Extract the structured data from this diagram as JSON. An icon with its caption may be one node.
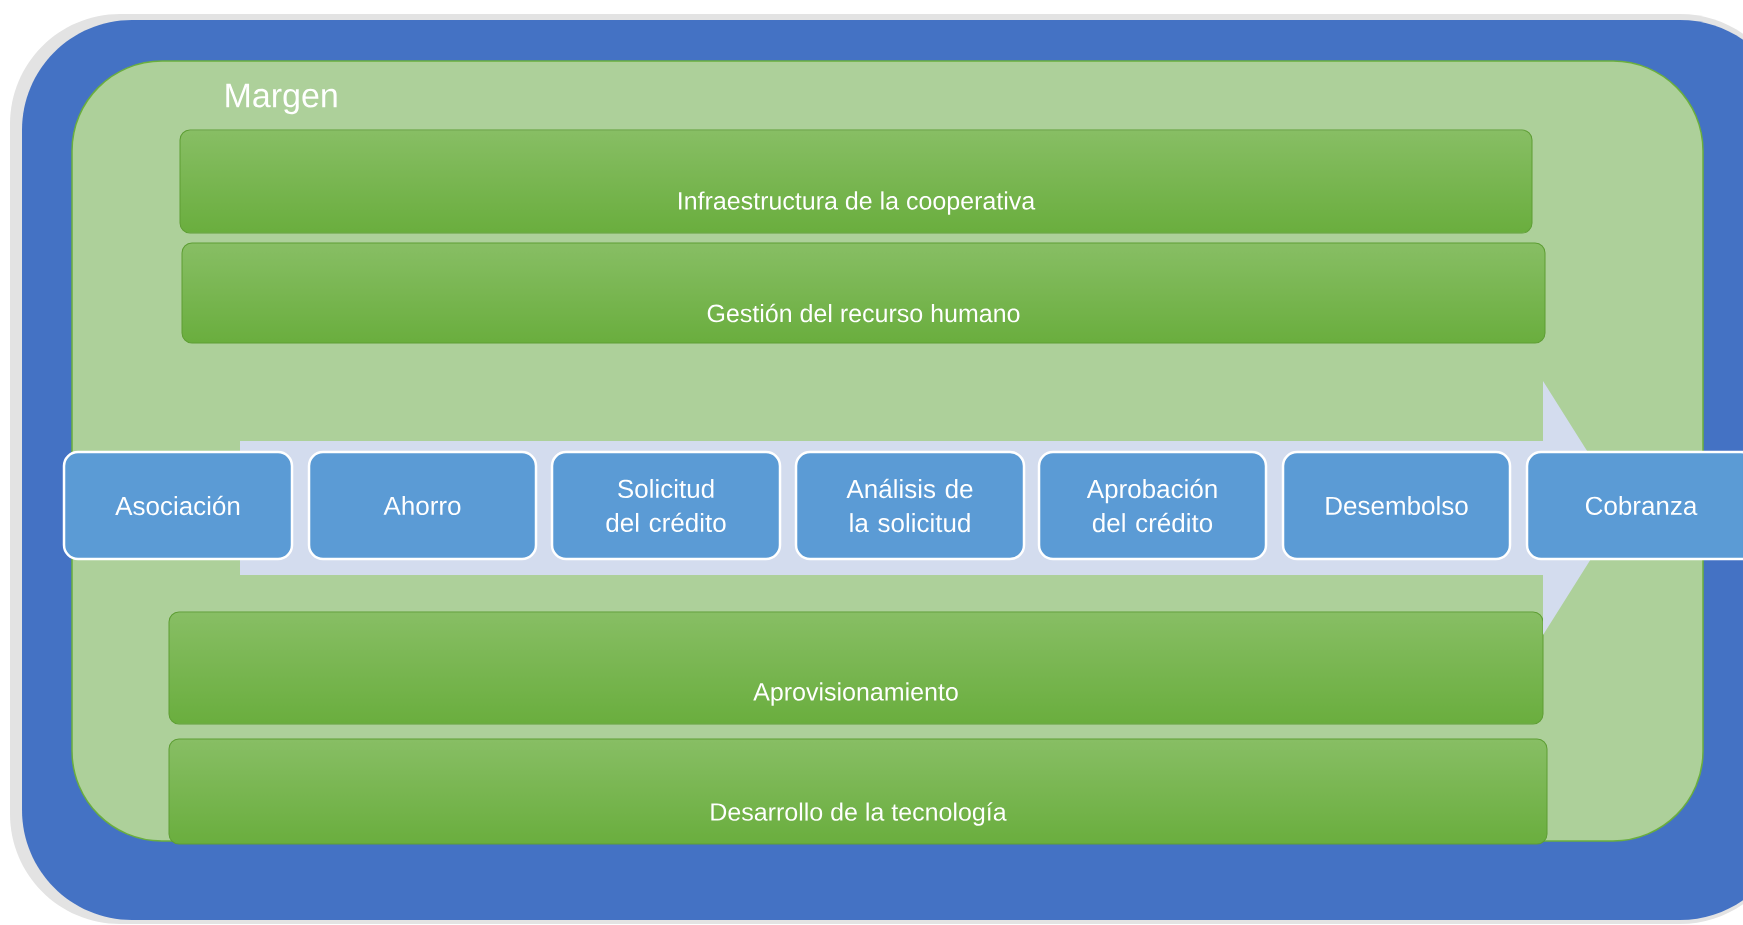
{
  "diagram": {
    "nodes": [
      {
        "text": [],
        "shape": "box"
      },
      {
        "text": [
          "Margen"
        ],
        "in": 0
      },
      {
        "text": [
          "Infraestructura de la cooperativa"
        ],
        "in": 1
      },
      {
        "text": [
          "Gestión del recurso humano"
        ],
        "in": 1
      },
      {
        "text": [
          "Asociación"
        ],
        "in": 1
      },
      {
        "text": [
          "Ahorro"
        ],
        "in": 1
      },
      {
        "text": [
          "Solicitud del crédito"
        ],
        "in": 1
      },
      {
        "text": [
          "Análisis de la solicitud"
        ],
        "in": 1
      },
      {
        "text": [
          "Aprobación del crédito"
        ],
        "in": 1
      },
      {
        "text": [
          "Desembolso"
        ],
        "in": 1
      },
      {
        "text": [
          "Cobranza"
        ],
        "in": 0
      },
      {
        "text": [
          "Aprovisionamiento"
        ],
        "in": 1
      },
      {
        "text": [
          "Desarrollo de la tecnología"
        ],
        "in": 1
      }
    ],
    "edges": [
      {
        "from": 4,
        "to": 10,
        "arrow": "to"
      }
    ]
  }
}
